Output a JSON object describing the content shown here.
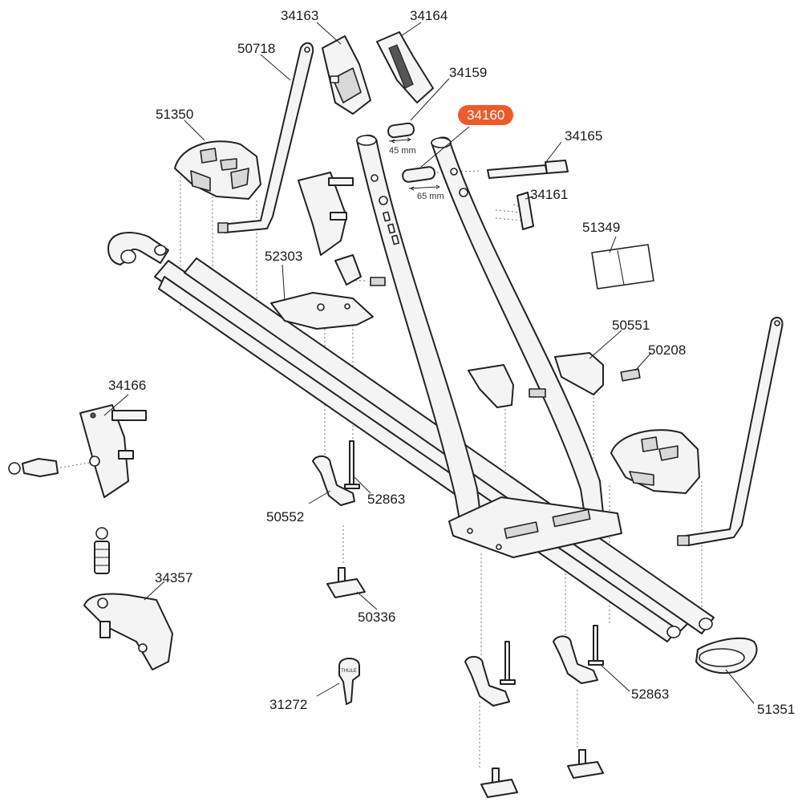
{
  "labels": {
    "p34163": "34163",
    "p34164": "34164",
    "p50718": "50718",
    "p34159": "34159",
    "p34160": "34160",
    "p51350": "51350",
    "p34165": "34165",
    "p34161": "34161",
    "p51349": "51349",
    "p52303": "52303",
    "p50551": "50551",
    "p50208": "50208",
    "p34166": "34166",
    "p50552": "50552",
    "p52863a": "52863",
    "p34357": "34357",
    "p50336": "50336",
    "p31272": "31272",
    "p52863b": "52863",
    "p51351": "51351"
  },
  "dimensions": {
    "d45": "45 mm",
    "d65": "65 mm"
  },
  "key_brand": "THULE",
  "highlight_color": "#ef5a2a"
}
